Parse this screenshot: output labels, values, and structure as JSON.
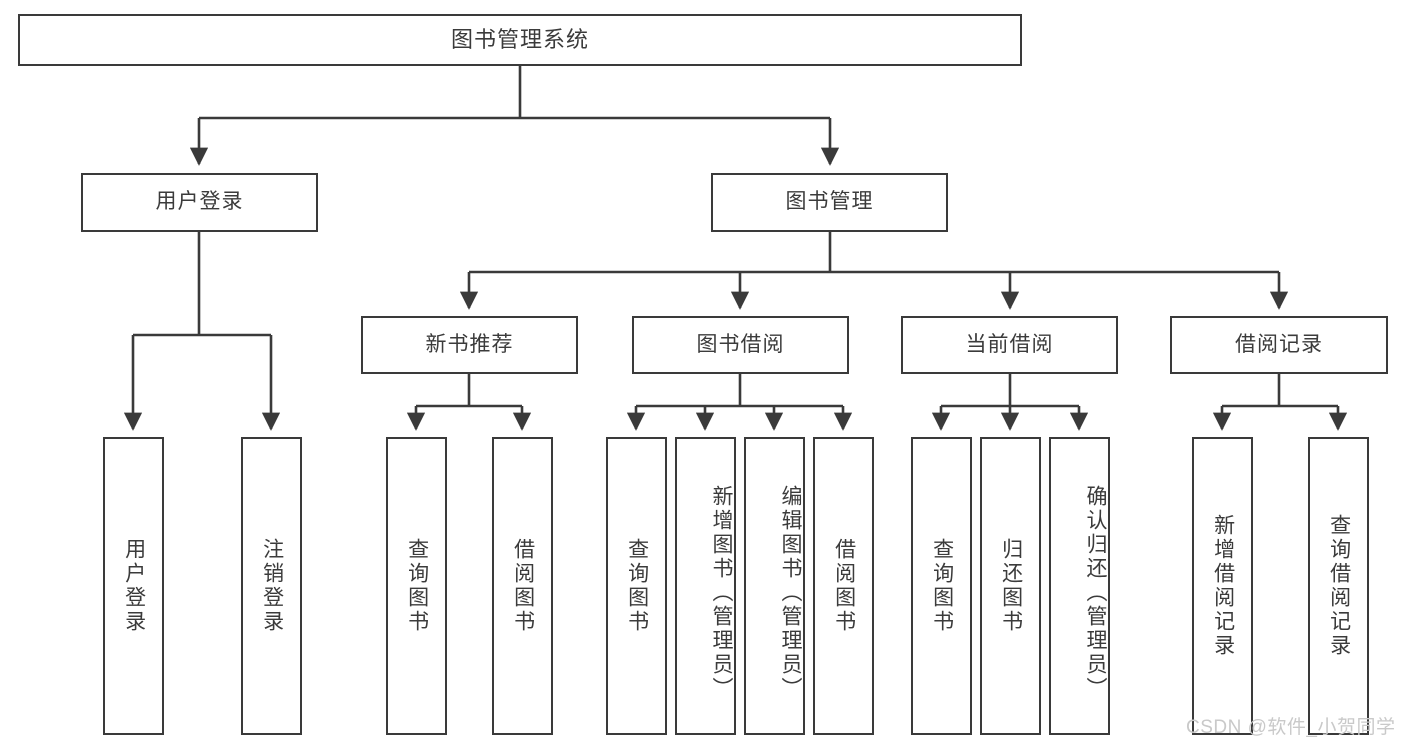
{
  "diagram": {
    "type": "tree-hierarchy",
    "title": "图书管理系统",
    "root": {
      "label": "图书管理系统"
    },
    "level2": [
      {
        "id": "user-login",
        "label": "用户登录"
      },
      {
        "id": "book-management",
        "label": "图书管理"
      }
    ],
    "level3": [
      {
        "id": "new-book-recommend",
        "label": "新书推荐",
        "parent": "book-management"
      },
      {
        "id": "book-borrow",
        "label": "图书借阅",
        "parent": "book-management"
      },
      {
        "id": "current-borrow",
        "label": "当前借阅",
        "parent": "book-management"
      },
      {
        "id": "borrow-record",
        "label": "借阅记录",
        "parent": "book-management"
      }
    ],
    "leaves": [
      {
        "id": "leaf-user-login",
        "label": "用户登录",
        "parent": "user-login"
      },
      {
        "id": "leaf-logout-login",
        "label": "注销登录",
        "parent": "user-login"
      },
      {
        "id": "leaf-query-book-1",
        "label": "查询图书",
        "parent": "new-book-recommend"
      },
      {
        "id": "leaf-borrow-book-1",
        "label": "借阅图书",
        "parent": "new-book-recommend"
      },
      {
        "id": "leaf-query-book-2",
        "label": "查询图书",
        "parent": "book-borrow"
      },
      {
        "id": "leaf-add-book",
        "label": "新增图书（管理员）",
        "parent": "book-borrow"
      },
      {
        "id": "leaf-edit-book",
        "label": "编辑图书（管理员）",
        "parent": "book-borrow"
      },
      {
        "id": "leaf-borrow-book-2",
        "label": "借阅图书",
        "parent": "book-borrow"
      },
      {
        "id": "leaf-query-book-3",
        "label": "查询图书",
        "parent": "current-borrow"
      },
      {
        "id": "leaf-return-book",
        "label": "归还图书",
        "parent": "current-borrow"
      },
      {
        "id": "leaf-confirm-return",
        "label": "确认归还（管理员）",
        "parent": "current-borrow"
      },
      {
        "id": "leaf-add-borrow-record",
        "label": "新增借阅记录",
        "parent": "borrow-record"
      },
      {
        "id": "leaf-query-borrow-record",
        "label": "查询借阅记录",
        "parent": "borrow-record"
      }
    ],
    "colors": {
      "stroke": "#3a3a3a",
      "text": "#3b3b3b",
      "background": "#ffffff",
      "watermark": "#c9c9c9"
    }
  },
  "watermark": {
    "text": "CSDN @软件_小贺同学"
  }
}
